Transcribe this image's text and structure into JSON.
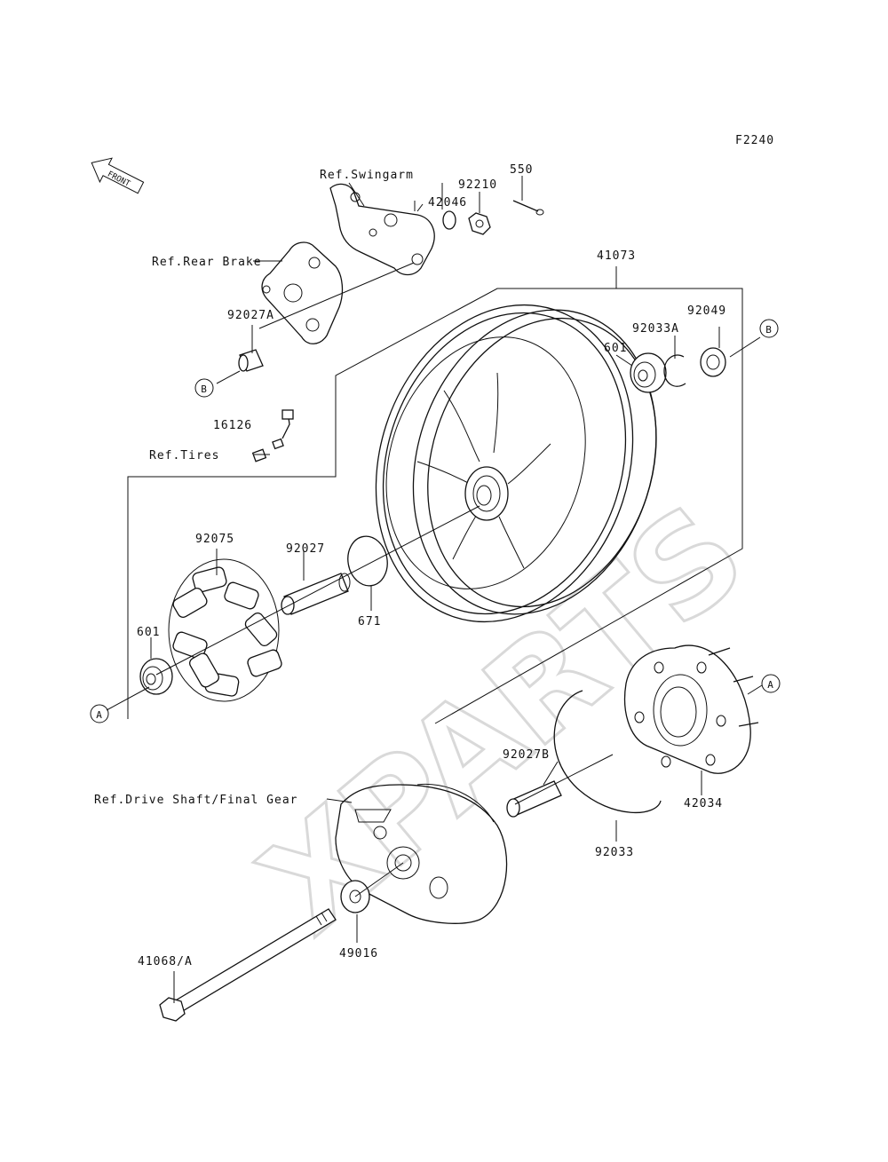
{
  "diagram": {
    "code": "F2240",
    "front_label": "FRONT",
    "watermark": "XPARTS",
    "callouts": {
      "a": "A",
      "b": "B"
    },
    "refs": {
      "swingarm": "Ref.Swingarm",
      "rear_brake": "Ref.Rear Brake",
      "tires": "Ref.Tires",
      "drive_shaft": "Ref.Drive Shaft/Final Gear"
    },
    "parts": {
      "p550": "550",
      "p92210": "92210",
      "p42046": "42046",
      "p41073": "41073",
      "p92049": "92049",
      "p92033A": "92033A",
      "p601_top": "601",
      "p92027A": "92027A",
      "p16126": "16126",
      "p92075": "92075",
      "p92027": "92027",
      "p671": "671",
      "p601_left": "601",
      "p92027B": "92027B",
      "p42034": "42034",
      "p92033": "92033",
      "p49016": "49016",
      "p41068A": "41068/A"
    }
  }
}
